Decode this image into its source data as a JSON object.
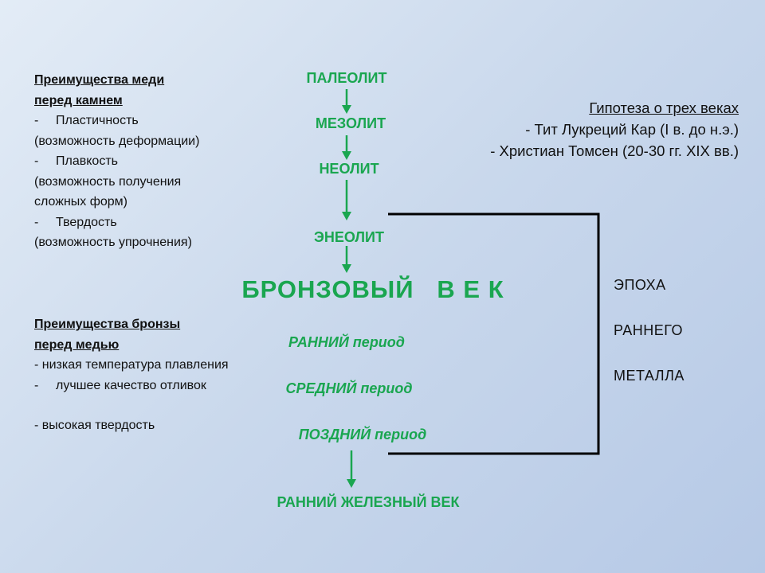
{
  "copper": {
    "title1": "Преимущества меди",
    "title2": "перед камнем",
    "items": [
      {
        "dash": "-",
        "name": "Пластичность",
        "note": "(возможность деформации)"
      },
      {
        "dash": "-",
        "name": "Плавкость",
        "note": "(возможность получения",
        "note2": "сложных форм)"
      },
      {
        "dash": "-",
        "name": "Твердость",
        "note": "(возможность упрочнения)"
      }
    ]
  },
  "bronze_adv": {
    "title1": "Преимущества бронзы",
    "title2": "перед медью",
    "item1": "- низкая температура плавления",
    "item2_dash": "-",
    "item2": "лучшее качество отливок",
    "item3": "- высокая твердость"
  },
  "eras": {
    "paleolith": "ПАЛЕОЛИТ",
    "mesolith": "МЕЗОЛИТ",
    "neolith": "НЕОЛИТ",
    "eneolith": "ЭНЕОЛИТ",
    "bronze_age": "БРОНЗОВЫЙ   В Е К",
    "early": "РАННИЙ период",
    "middle": "СРЕДНИЙ период",
    "late": "ПОЗДНИЙ период",
    "iron": "РАННИЙ ЖЕЛЕЗНЫЙ ВЕК"
  },
  "hypothesis": {
    "title": "Гипотеза о трех веках",
    "line1": "- Тит Лукреций Кар (I в. до н.э.)",
    "line2": "- Христиан Томсен (20-30 гг. XIX вв.)"
  },
  "epoch": {
    "w1": "ЭПОХА",
    "w2": "РАННЕГО",
    "w3": "МЕТАЛЛА"
  },
  "colors": {
    "accent_green": "#1aa650",
    "bracket": "#000000"
  }
}
